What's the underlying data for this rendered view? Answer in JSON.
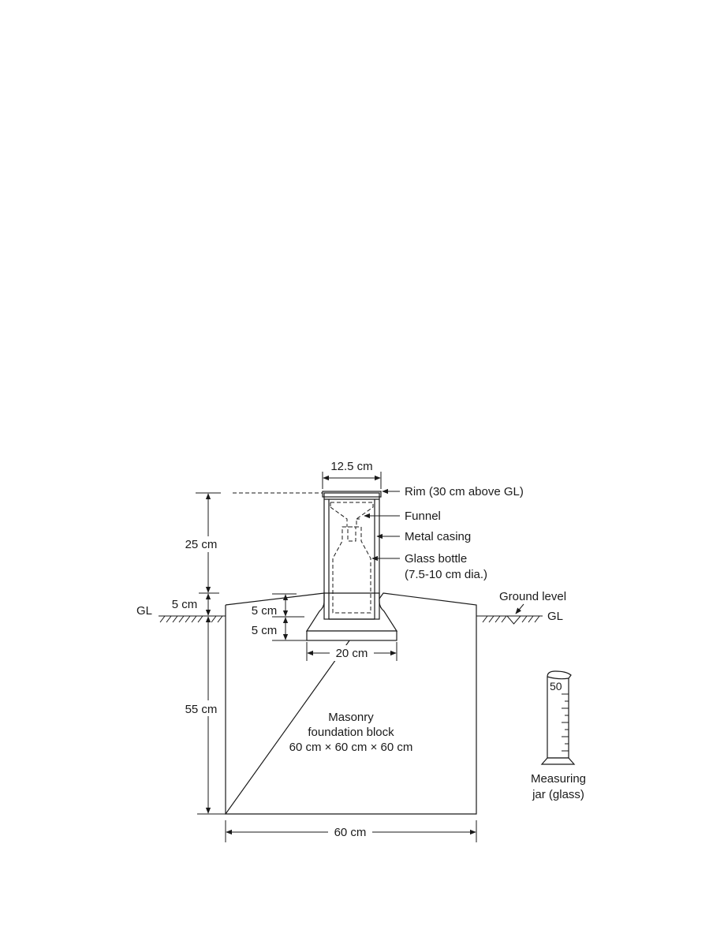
{
  "labels": {
    "top_width": "12.5 cm",
    "rim": "Rim (30 cm above GL)",
    "funnel": "Funnel",
    "metal_casing": "Metal casing",
    "glass_bottle_1": "Glass bottle",
    "glass_bottle_2": "(7.5-10 cm dia.)",
    "ground_level": "Ground level",
    "gl_left": "GL",
    "gl_right": "GL",
    "dim_25": "25 cm",
    "dim_5_left": "5 cm",
    "dim_5_a": "5 cm",
    "dim_5_b": "5 cm",
    "dim_20": "20 cm",
    "dim_55": "55 cm",
    "dim_60": "60 cm",
    "block_1": "Masonry",
    "block_2": "foundation block",
    "block_3": "60 cm × 60 cm × 60 cm",
    "jar_mark": "50",
    "jar_1": "Measuring",
    "jar_2": "jar (glass)"
  }
}
